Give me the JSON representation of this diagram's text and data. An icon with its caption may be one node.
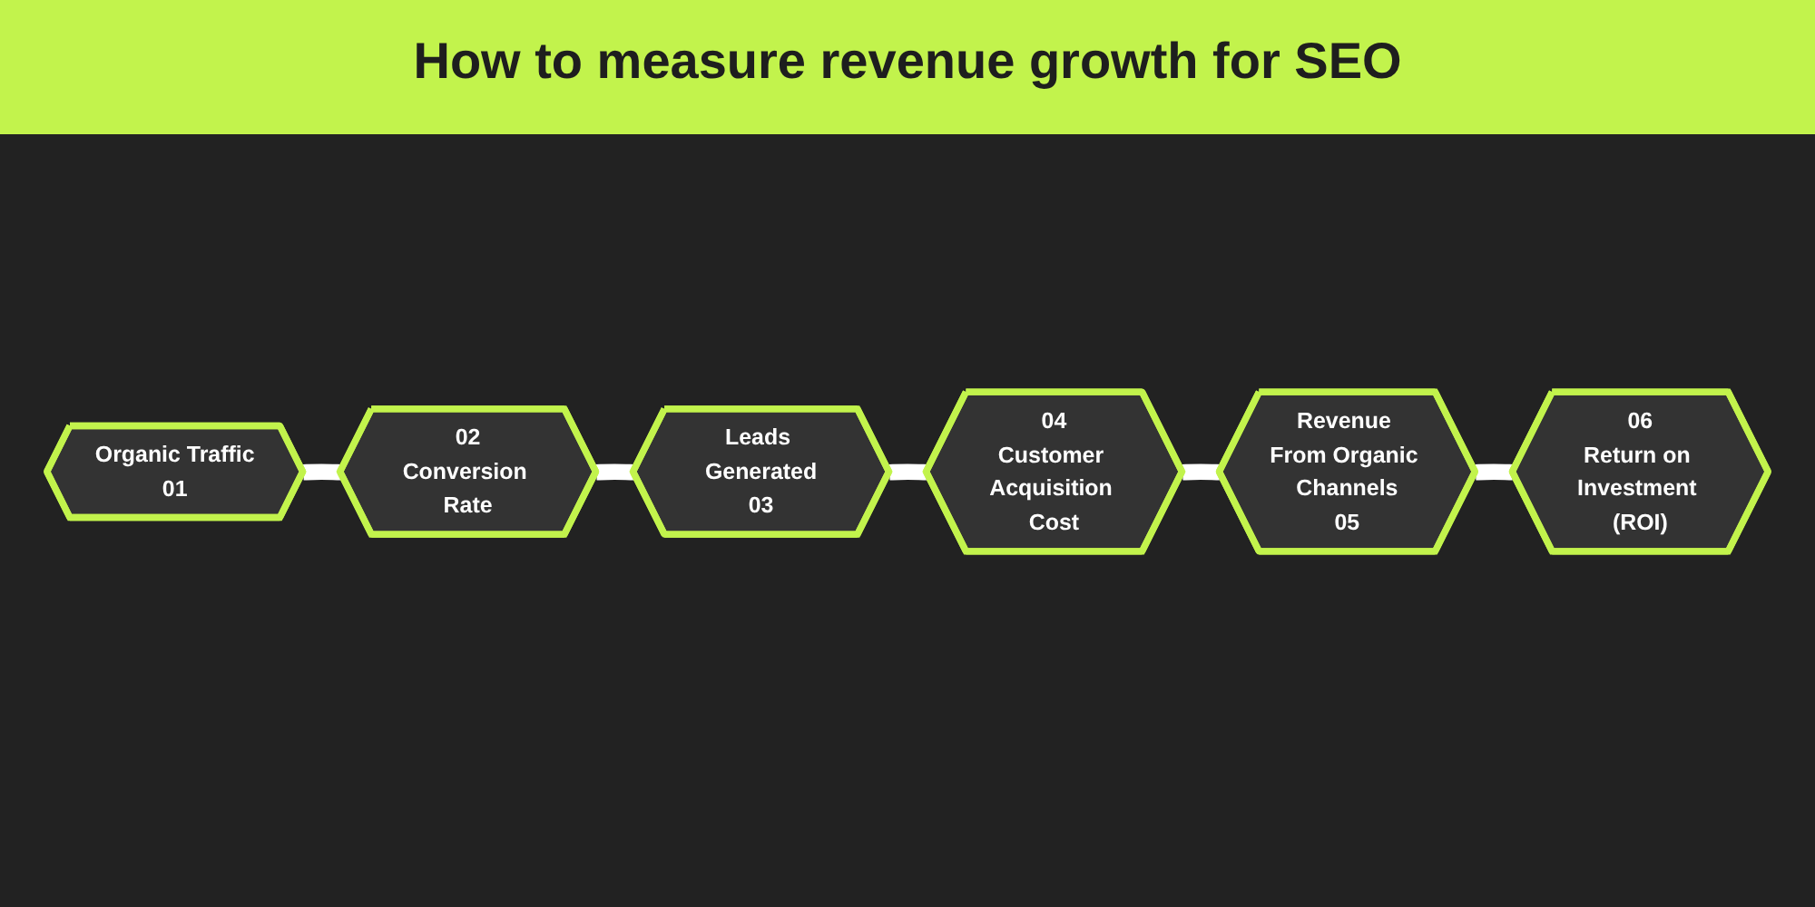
{
  "diagram": {
    "title": "How to measure revenue growth for SEO",
    "nodes": [
      {
        "text": [
          "Organic Traffic",
          "01"
        ]
      },
      {
        "text": [
          "02",
          "Conversion Rate"
        ]
      },
      {
        "text": [
          "Leads Generated",
          "03"
        ]
      },
      {
        "text": [
          "04",
          "Customer Acquisition Cost"
        ]
      },
      {
        "text": [
          "Revenue From Organic Channels",
          "05"
        ]
      },
      {
        "text": [
          "06",
          "Return on Investment (ROI)"
        ]
      }
    ],
    "edges": [
      {
        "from": 0,
        "to": 1,
        "arrow": "none"
      },
      {
        "from": 1,
        "to": 2,
        "arrow": "none"
      },
      {
        "from": 2,
        "to": 3,
        "arrow": "none"
      },
      {
        "from": 3,
        "to": 4,
        "arrow": "none"
      },
      {
        "from": 4,
        "to": 5,
        "arrow": "none"
      }
    ]
  }
}
